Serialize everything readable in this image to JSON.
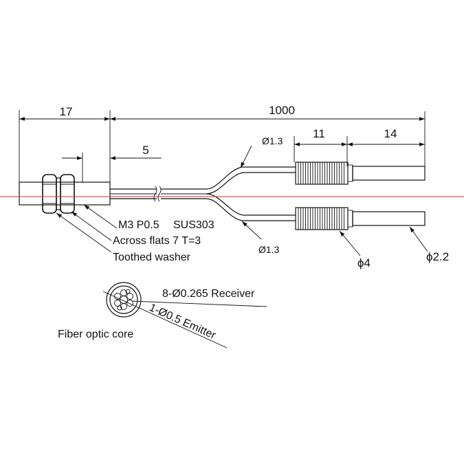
{
  "dimensions": {
    "total_length": "1000",
    "body_length": "17",
    "thread_offset": "5",
    "sleeve_length": "11",
    "tip_length": "14"
  },
  "labels": {
    "fiber_dia_top": "Ø1.3",
    "fiber_dia_bottom": "Ø1.3",
    "thread_spec": "M3 P0.5",
    "material": "SUS303",
    "across_flats": "Across flats 7  T=3",
    "washer": "Toothed washer",
    "sleeve_dia": "ϕ4",
    "tip_dia": "ϕ2.2",
    "receiver": "8-Ø0.265 Receiver",
    "emitter": "1-Ø0.5 Emitter",
    "core": "Fiber optic core"
  },
  "colors": {
    "line": "#111111",
    "centerline": "#e8262a"
  }
}
